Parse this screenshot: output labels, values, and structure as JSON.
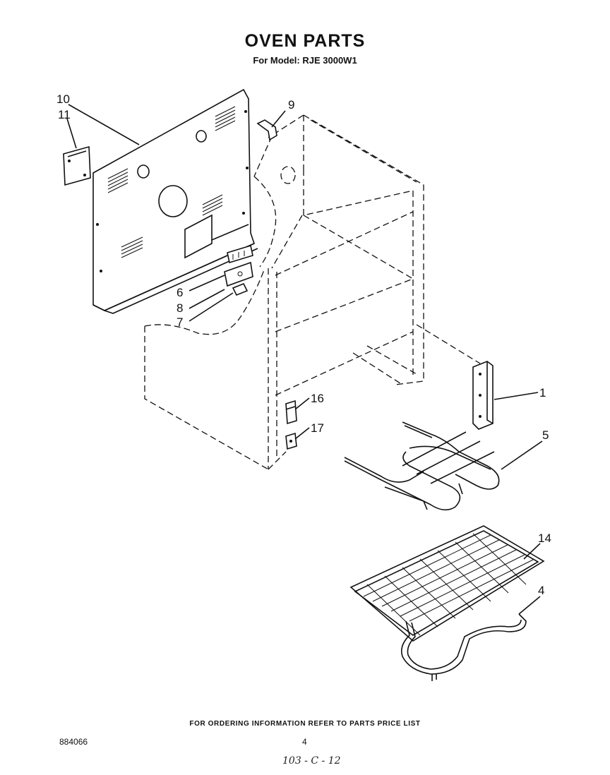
{
  "header": {
    "title": "OVEN PARTS",
    "subtitle": "For Model: RJE 3000W1"
  },
  "callouts": {
    "c10": "10",
    "c11": "11",
    "c9": "9",
    "c6": "6",
    "c8": "8",
    "c7": "7",
    "c1": "1",
    "c16": "16",
    "c17": "17",
    "c5": "5",
    "c14": "14",
    "c4": "4"
  },
  "footer": {
    "ordering_note": "FOR ORDERING INFORMATION REFER TO PARTS PRICE LIST",
    "document_number": "884066",
    "page_number": "4",
    "handwritten_note": "103 - C - 12"
  }
}
